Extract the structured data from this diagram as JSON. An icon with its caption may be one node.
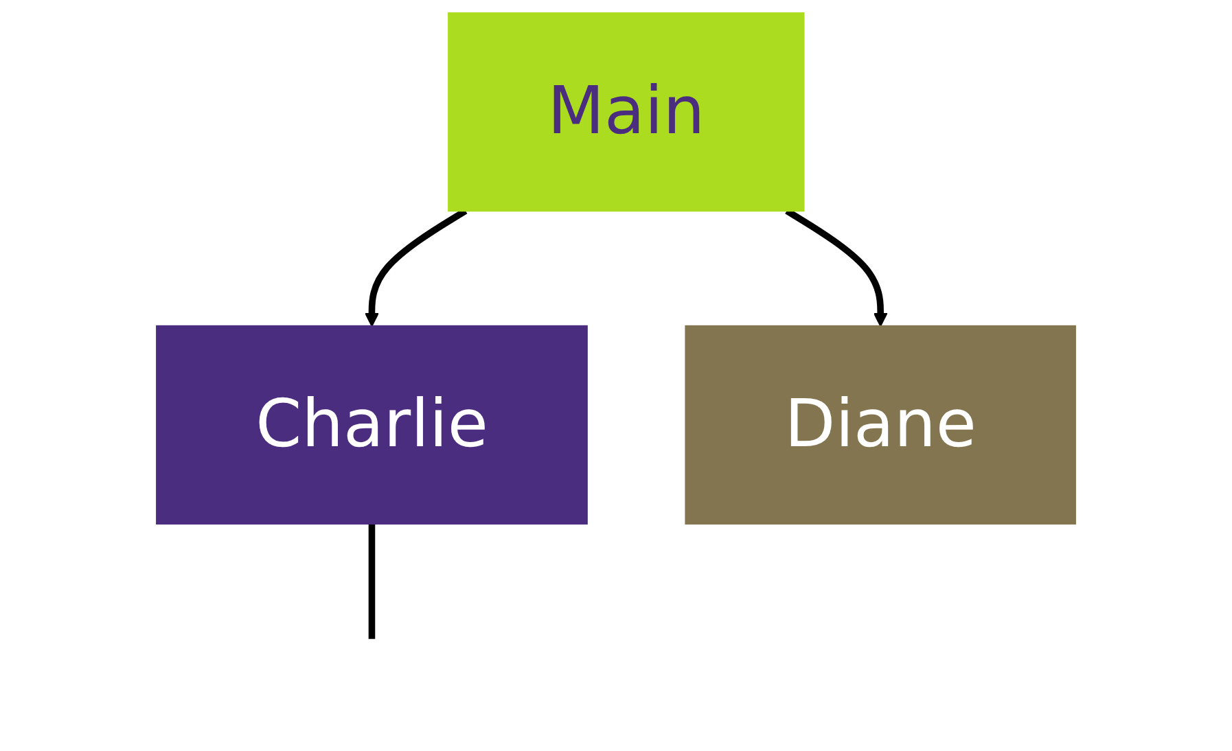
{
  "diagram": {
    "nodes": [
      {
        "text": [
          "Main"
        ]
      },
      {
        "text": [
          "Charlie"
        ]
      },
      {
        "text": [
          "Diane"
        ]
      }
    ],
    "edges": [
      {
        "from": 0,
        "to": 1,
        "arrow": "to"
      },
      {
        "from": 0,
        "to": 2,
        "arrow": "to"
      },
      {
        "from": 1,
        "to": null,
        "arrow": "none"
      }
    ]
  }
}
